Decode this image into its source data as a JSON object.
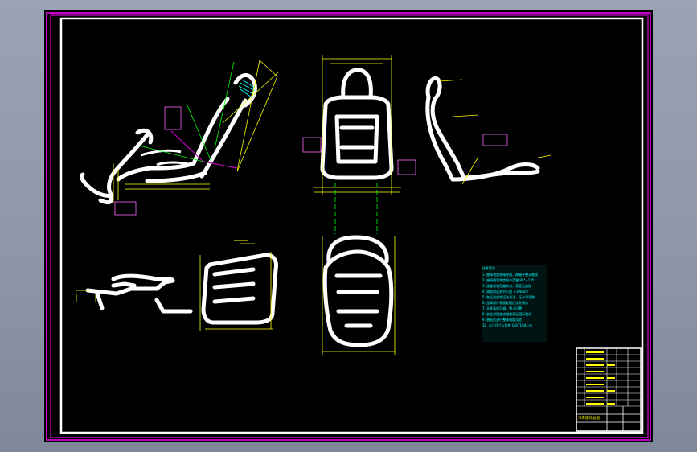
{
  "drawing": {
    "sheet": "A2",
    "views": [
      "side-view",
      "front-view",
      "rear-view",
      "seat-frame-side",
      "seat-cushion-top",
      "seat-back-view"
    ],
    "colors": {
      "background": "#000000",
      "frame": "#ff00ff",
      "border": "#ffffff",
      "outline": "#ffffff",
      "dimension": "#ffff00",
      "centerline": "#00ff00",
      "notes": "#00ffff",
      "accent": "#c000c0"
    }
  },
  "notes": {
    "title": "技术要求",
    "lines": [
      "1. 座椅骨架焊接牢固，焊缝平整无裂纹",
      "2. 座椅靠背角度调节范围 90°~135°",
      "3. 坐垫发泡密度均匀，表面无缺陷",
      "4. 滑轨前后调节行程 ±100mm",
      "5. 各运动部件运动灵活，无卡滞现象",
      "6. 金属零件表面处理后涂防锈漆",
      "7. 头枕高度可调，锁止可靠",
      "8. 安全带固定点强度满足国标要求",
      "9. 装配后进行整体强度试验",
      "10. 未注尺寸公差按 GB/T1804-m"
    ]
  },
  "title_block": {
    "name": "汽车座椅总图"
  }
}
